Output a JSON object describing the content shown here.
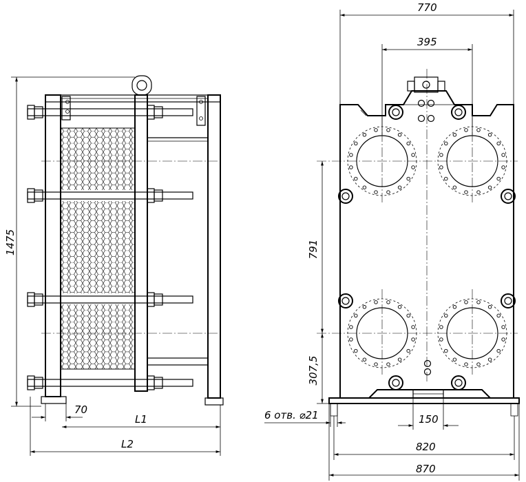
{
  "side_view": {
    "height_label": "1475",
    "offset_label": "70",
    "l1_label": "L1",
    "l2_label": "L2"
  },
  "front_view": {
    "width_top_label": "770",
    "nozzle_spacing_label": "395",
    "vertical_spacing_label": "791",
    "bottom_height_label": "307,5",
    "holes_label": "6 отв. ⌀21",
    "foot_width_label": "150",
    "base_width_label": "820",
    "overall_width_label": "870"
  }
}
